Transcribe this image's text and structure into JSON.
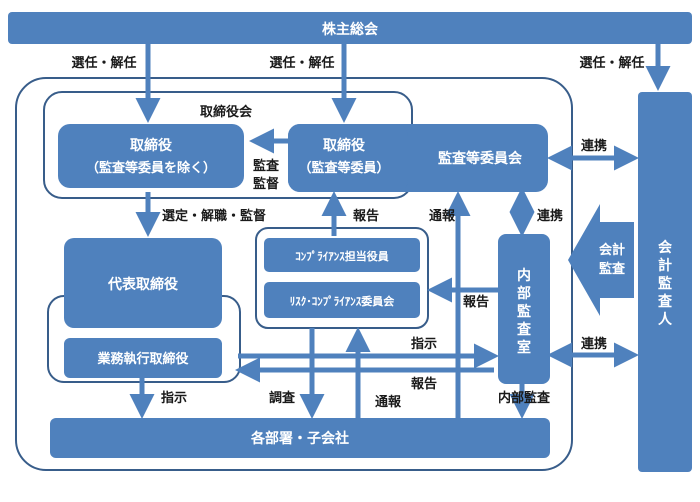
{
  "shareholders_meeting": "株主総会",
  "board": {
    "title": "取締役会",
    "directors_non_audit": [
      "取締役",
      "（監査等委員を除く）"
    ],
    "directors_audit": [
      "取締役",
      "（監査等委員）"
    ],
    "audit_committee": "監査等委員会"
  },
  "representative_director": "代表取締役",
  "executive_director": "業務執行取締役",
  "compliance_officer": "ｺﾝﾌﾟﾗｲｱﾝｽ担当役員",
  "risk_committee": "ﾘｽｸ･ｺﾝﾌﾟﾗｲｱﾝｽ委員会",
  "internal_audit": [
    "内",
    "部",
    "監",
    "査",
    "室"
  ],
  "accounting_auditor": [
    "会",
    "計",
    "監",
    "査",
    "人"
  ],
  "departments": "各部署・子会社",
  "accounting_audit_arrow": [
    "会計",
    "監査"
  ],
  "labels": {
    "elect_left": "選任・解任",
    "elect_center": "選任・解任",
    "elect_right": "選任・解任",
    "audit_supervision": [
      "監査",
      "監督"
    ],
    "select_dismiss_supervise": "選定・解職・監督",
    "report_top": "報告",
    "whistleblow_top": "通報",
    "cooperation_top": "連携",
    "cooperation_mid": "連携",
    "cooperation_bottom": "連携",
    "report_mid": "報告",
    "instruct_right": "指示",
    "report_bottom": "報告",
    "instruct_left": "指示",
    "investigate": "調査",
    "whistleblow_bottom": "通報",
    "internal_audit_label": "内部監査"
  },
  "colors": {
    "box": "#4f81bd",
    "outline": "#385d8a",
    "text_on_box": "#ffffff"
  }
}
